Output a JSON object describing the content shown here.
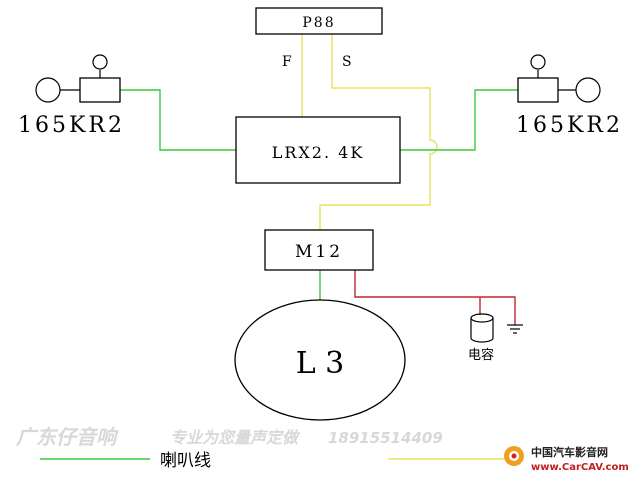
{
  "components": {
    "p88": "P88",
    "processor": "LRX2. 4K",
    "amp": "M12",
    "sub": "L 3",
    "speaker_left": "165KR2",
    "speaker_right": "165KR2",
    "capacitor": "电容"
  },
  "wire_labels": {
    "f": "F",
    "s": "S"
  },
  "legend": {
    "speaker_wire": "喇叭线"
  },
  "watermark": {
    "text": "广东仔音响",
    "slogan": "专业为您量声定做",
    "phone": "18915514409",
    "site_name": "中国汽车影音网",
    "site_url": "www.CarCAV.com"
  },
  "colors": {
    "speaker_wire": "#3cc83c",
    "signal_wire": "#e8e060",
    "power_wire": "#c02828"
  }
}
